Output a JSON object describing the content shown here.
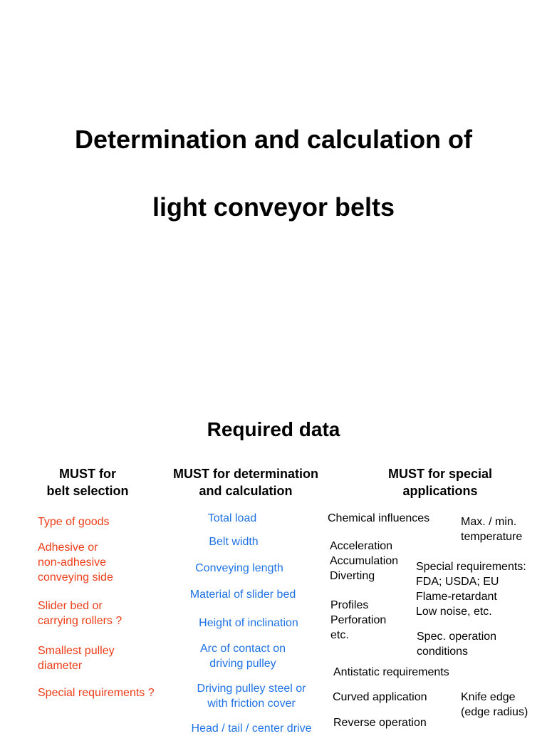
{
  "title": {
    "line1": "Determination and calculation of",
    "line2": "light conveyor belts"
  },
  "section_heading": "Required data",
  "columns": {
    "selection": {
      "header": [
        "MUST for",
        "belt selection"
      ],
      "color": "#ee3d18",
      "items": [
        [
          "Type of goods"
        ],
        [
          "Adhesive or",
          "non-adhesive",
          "conveying side"
        ],
        [
          "Slider bed or",
          "carrying rollers ?"
        ],
        [
          "Smallest pulley",
          "diameter"
        ],
        [
          "Special requirements ?"
        ]
      ]
    },
    "calculation": {
      "header": [
        "MUST for determination",
        "and calculation"
      ],
      "color": "#1f73e6",
      "items": [
        [
          "Total load"
        ],
        [
          "Belt width"
        ],
        [
          "Conveying length"
        ],
        [
          "Material of slider bed"
        ],
        [
          "Height of inclination"
        ],
        [
          "Arc of contact on",
          "driving pulley"
        ],
        [
          "Driving pulley steel or",
          "with friction cover"
        ],
        [
          "Head / tail / center drive"
        ]
      ]
    },
    "special": {
      "header": [
        "MUST for special",
        "applications"
      ],
      "color": "#000000",
      "items": [
        [
          "Chemical influences"
        ],
        [
          "Max. / min.",
          "temperature"
        ],
        [
          "Acceleration",
          "Accumulation",
          "Diverting"
        ],
        [
          "Special requirements:",
          "FDA; USDA; EU",
          "Flame-retardant",
          "Low noise, etc."
        ],
        [
          "Profiles",
          "Perforation",
          "etc."
        ],
        [
          "Spec. operation",
          "conditions"
        ],
        [
          "Antistatic requirements"
        ],
        [
          "Curved application"
        ],
        [
          "Knife edge",
          "(edge radius)"
        ],
        [
          "Reverse operation"
        ]
      ]
    }
  }
}
